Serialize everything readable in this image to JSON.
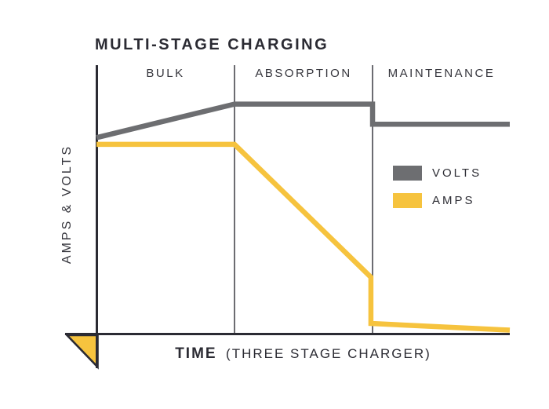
{
  "title": "MULTI-STAGE CHARGING",
  "y_axis_label": "AMPS & VOLTS",
  "x_axis_label": {
    "primary": "TIME",
    "secondary": "(THREE STAGE CHARGER)"
  },
  "stages": [
    "BULK",
    "ABSORPTION",
    "MAINTENANCE"
  ],
  "legend": [
    {
      "label": "VOLTS",
      "color": "#6d6e71"
    },
    {
      "label": "AMPS",
      "color": "#f6c33e"
    }
  ],
  "colors": {
    "volts_gray": "#6d6e71",
    "amps_yellow": "#f6c33e",
    "ink_dark": "#2b2b33",
    "background": "#ffffff"
  },
  "chart_data": {
    "type": "line",
    "title": "MULTI-STAGE CHARGING",
    "xlabel": "TIME (THREE STAGE CHARGER)",
    "ylabel": "AMPS & VOLTS",
    "x_unit": "relative time, 0-100 (axis unlabeled)",
    "y_unit": "relative level, 0-100 (axis unlabeled)",
    "xlim": [
      0,
      100
    ],
    "ylim": [
      0,
      100
    ],
    "grid": false,
    "legend_position": "right-middle",
    "stages": [
      {
        "name": "BULK",
        "x_start": 0,
        "x_end": 33.4
      },
      {
        "name": "ABSORPTION",
        "x_start": 33.4,
        "x_end": 66.8
      },
      {
        "name": "MAINTENANCE",
        "x_start": 66.8,
        "x_end": 100
      }
    ],
    "stage_boundaries_x": [
      33.4,
      66.8
    ],
    "series": [
      {
        "name": "VOLTS",
        "color": "#6d6e71",
        "points": [
          [
            0,
            73
          ],
          [
            33.4,
            85.5
          ],
          [
            66.8,
            85.5
          ],
          [
            66.8,
            78
          ],
          [
            100,
            78
          ]
        ],
        "description": "rises during bulk, flat during absorption, steps down and holds flat during maintenance"
      },
      {
        "name": "AMPS",
        "color": "#f6c33e",
        "points": [
          [
            0,
            70.5
          ],
          [
            33.4,
            70.5
          ],
          [
            66.4,
            21
          ],
          [
            66.4,
            3.8
          ],
          [
            100,
            1.3
          ]
        ],
        "description": "flat during bulk, ramps down during absorption, steps down near zero and tapers during maintenance"
      }
    ]
  }
}
